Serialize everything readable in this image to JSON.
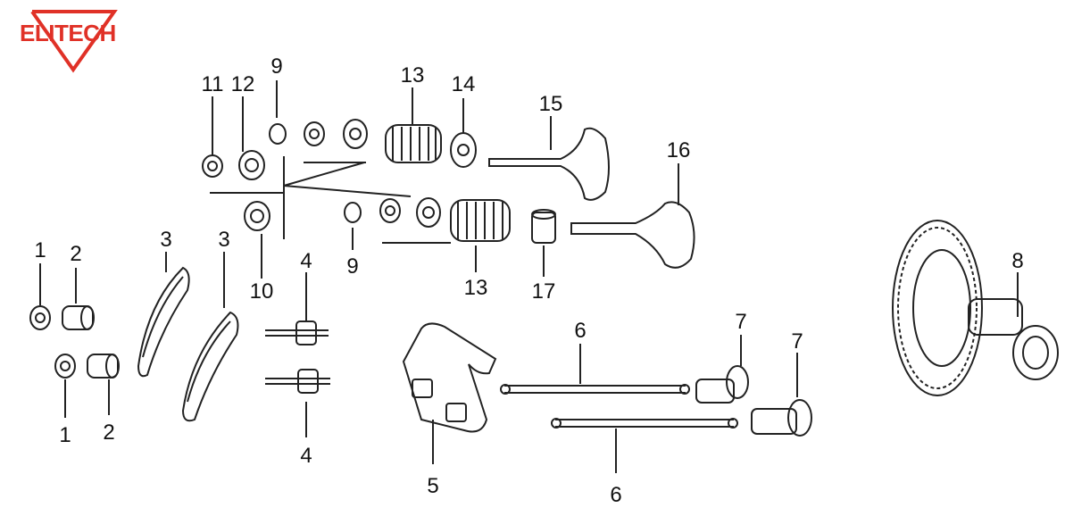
{
  "brand": {
    "name": "ELITECH",
    "color": "#e03127"
  },
  "labels": {
    "l1a": "1",
    "l1b": "1",
    "l2a": "2",
    "l2b": "2",
    "l3a": "3",
    "l3b": "3",
    "l4a": "4",
    "l4b": "4",
    "l5": "5",
    "l6a": "6",
    "l6b": "6",
    "l7a": "7",
    "l7b": "7",
    "l8": "8",
    "l9a": "9",
    "l9b": "9",
    "l10": "10",
    "l11": "11",
    "l12": "12",
    "l13a": "13",
    "l13b": "13",
    "l14": "14",
    "l15": "15",
    "l16": "16",
    "l17": "17"
  }
}
